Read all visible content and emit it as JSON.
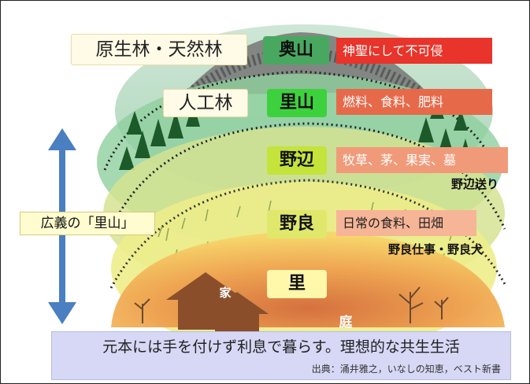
{
  "forest_labels": {
    "primeval": "原生林・天然林",
    "planted": "人工林"
  },
  "zones": [
    {
      "id": "okuyama",
      "name": "奥山",
      "use": "神聖にして不可侵"
    },
    {
      "id": "satoyama",
      "name": "里山",
      "use": "燃料、食料、肥料"
    },
    {
      "id": "nobe",
      "name": "野辺",
      "use": "牧草、茅、果実、墓",
      "note": "野辺送り"
    },
    {
      "id": "nora",
      "name": "野良",
      "use": "日常の食料、田畑",
      "note": "野良仕事・野良犬"
    },
    {
      "id": "sato",
      "name": "里"
    }
  ],
  "house_labels": {
    "house": "家",
    "garden": "庭"
  },
  "side_label": "広義の「里山」",
  "caption": {
    "main": "元本には手を付けず利息で暮らす。理想的な共生生活",
    "source": "出典：涌井雅之，いなしの知恵，ベスト新書"
  },
  "colors": {
    "okuyama_use": "#e8342a",
    "satoyama_use": "#e66a4a",
    "nobe_use": "#f09a7a",
    "nora_use": "#f7b597",
    "okuyama_tag": "#49a860",
    "satoyama_tag": "#3ed13e",
    "nobe_tag": "#c4e33b",
    "nora_tag": "#dfe86a",
    "sato_tag": "#fff7aa",
    "arrow": "#4a7fc1",
    "caption_bg": "#d6d8f5"
  }
}
